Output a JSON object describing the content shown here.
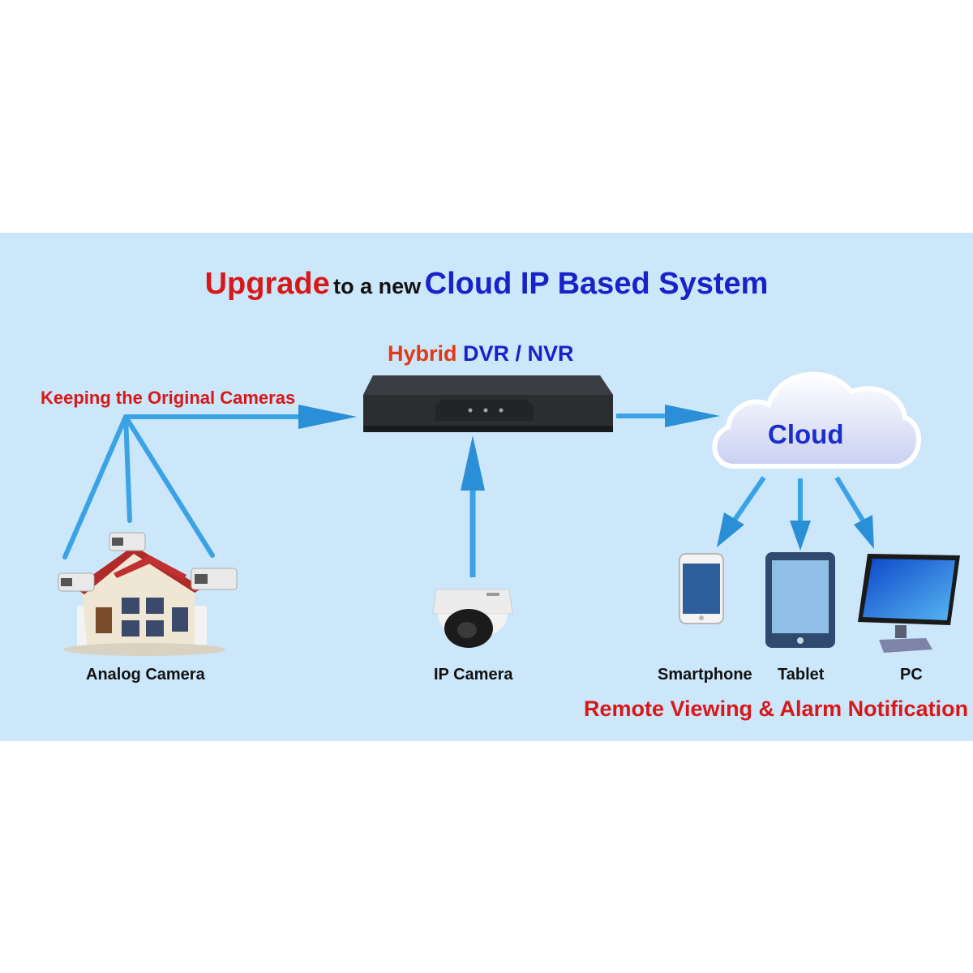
{
  "title": {
    "part1": "Upgrade",
    "part2": "to a new",
    "part3": "Cloud IP Based System"
  },
  "recorder": {
    "label_hybrid": "Hybrid",
    "label_dvr": "DVR / NVR"
  },
  "labels": {
    "keeping": "Keeping the Original Cameras",
    "cloud": "Cloud",
    "analog_camera": "Analog Camera",
    "ip_camera": "IP Camera",
    "smartphone": "Smartphone",
    "tablet": "Tablet",
    "pc": "PC",
    "remote": "Remote Viewing & Alarm Notification"
  },
  "colors": {
    "panel_bg": "#cce6fa",
    "accent_red": "#d81818",
    "accent_blue": "#1722c8",
    "arrow_blue": "#2a9be0"
  },
  "icons": [
    "house-with-cameras-icon",
    "dvr-box-icon",
    "dome-camera-icon",
    "cloud-icon",
    "smartphone-icon",
    "tablet-icon",
    "monitor-icon"
  ]
}
